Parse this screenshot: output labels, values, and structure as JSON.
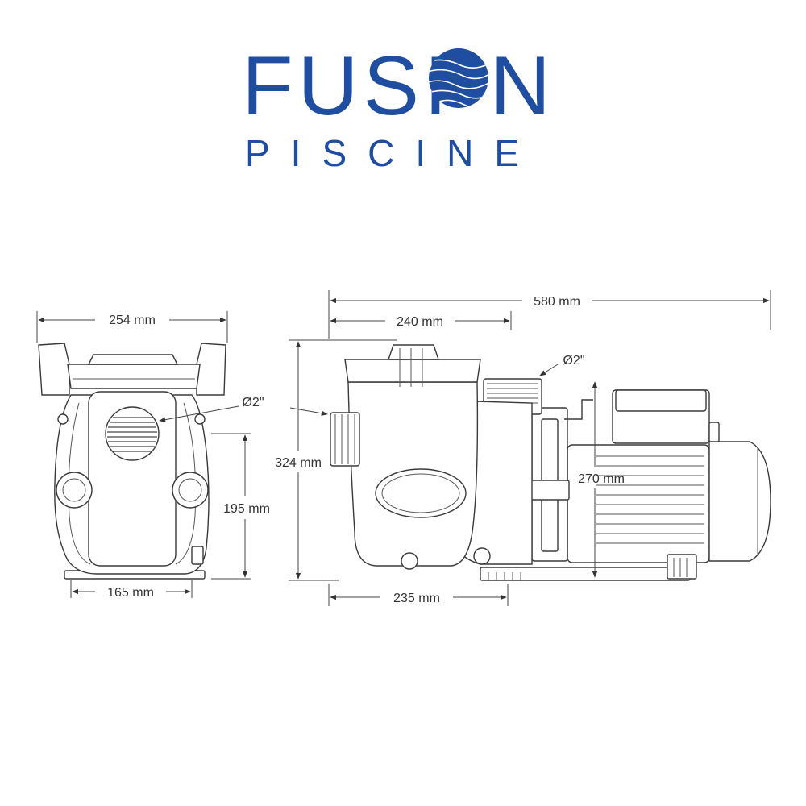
{
  "brand": {
    "name_left": "FUSI",
    "name_right": "N",
    "subtitle": "PISCINE",
    "color": "#1f4ea1"
  },
  "dimensions": {
    "width_front": "254 mm",
    "base_width": "165 mm",
    "height_front_port": "195 mm",
    "inlet_front": "Ø2\"",
    "total_length": "580 mm",
    "basket_length": "240 mm",
    "total_height": "324 mm",
    "outlet_side": "Ø2\"",
    "motor_height": "270 mm",
    "base_length": "235 mm"
  }
}
